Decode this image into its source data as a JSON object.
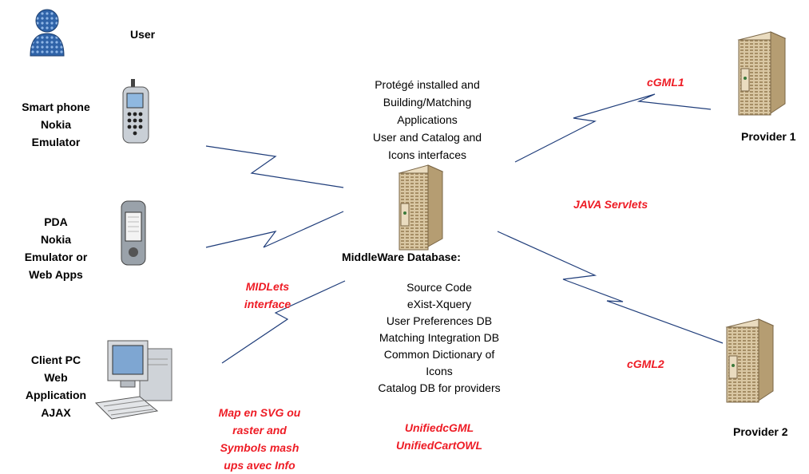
{
  "user": {
    "label": "User"
  },
  "devices": {
    "smartphone": {
      "lines": [
        "Smart phone",
        "Nokia",
        "Emulator"
      ]
    },
    "pda": {
      "lines": [
        "PDA",
        "Nokia",
        "Emulator or",
        "Web Apps"
      ]
    },
    "client_pc": {
      "lines": [
        "Client PC",
        "Web",
        "Application",
        "AJAX"
      ]
    }
  },
  "middleware": {
    "top_notes": [
      "Protégé installed and",
      "Building/Matching",
      "Applications",
      "User and Catalog and",
      "Icons interfaces"
    ],
    "title": "MiddleWare Database:",
    "items": [
      "Source Code",
      "eXist-Xquery",
      "User Preferences DB",
      "Matching Integration DB",
      "Common Dictionary of",
      "Icons",
      "Catalog DB for providers"
    ],
    "unified": [
      "UnifiedcGML",
      "UnifiedCartOWL"
    ]
  },
  "annotations": {
    "midlets": [
      "MIDLets",
      "interface"
    ],
    "map": [
      "Map en SVG ou",
      "raster and",
      "Symbols  mash",
      "ups avec Info"
    ],
    "cgml1": "cGML1",
    "cgml2": "cGML2",
    "java_servlets": "JAVA Servlets"
  },
  "providers": {
    "p1": "Provider 1",
    "p2": "Provider 2"
  },
  "colors": {
    "link": "#1f3d7a",
    "annotation": "#ee1c25",
    "server_body": "#d9c7a3",
    "server_shadow": "#a58d64",
    "user_body": "#3a6fb0"
  }
}
